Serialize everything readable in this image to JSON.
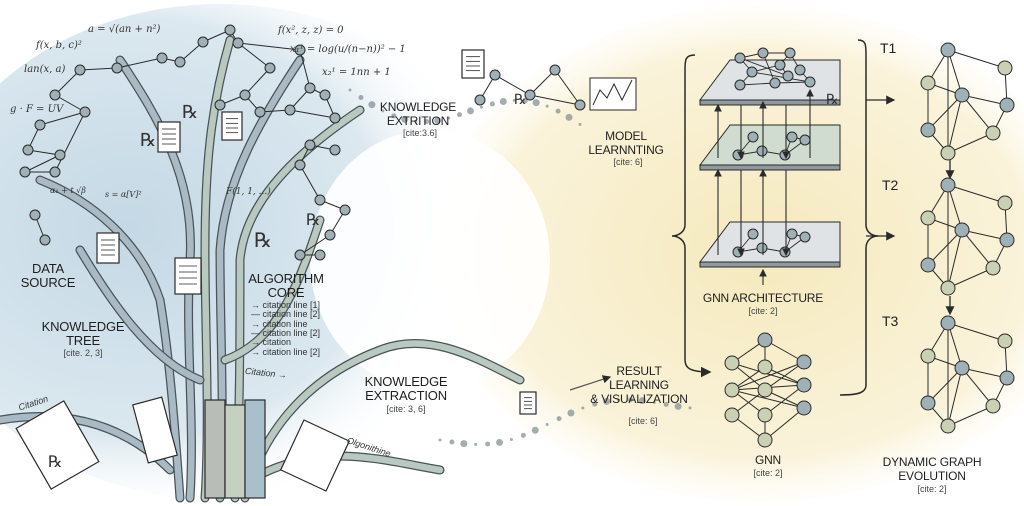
{
  "colors": {
    "tree_bg": "#cfe0ea",
    "model_bg": "#f6ecc4",
    "node": "#9fb0b6",
    "node_light": "#c9d0b4",
    "ink": "#2a2a2a",
    "layer_mid": "#cfdccf",
    "layer": "#dfe3e6"
  },
  "formulas": [
    "a = √(an + n²)",
    "f(x, b, c)²",
    "lan(x, a)",
    "g · F = UV",
    "α₁ + t √β",
    "s = α[V]²",
    "f(x², z, z) = 0",
    "x₁¹ = log(u/(n−n))² − 1",
    "x₂¹ = 1nn + 1",
    "F(1, 1, ...)"
  ],
  "rx_symbol": "℞",
  "labels": {
    "data_source": [
      "DATA",
      "SOURCE"
    ],
    "knowledge_tree": {
      "title": [
        "KNOWLEDGE",
        "TREE"
      ],
      "cite": "[cite. 2, 3]"
    },
    "algorithm_core": {
      "title": [
        "ALGORITHM",
        "CORE"
      ],
      "lines": [
        "→ citation line [1]",
        "— citation line [2]",
        "→ citation line",
        "— citation line [2]",
        "→ citation",
        "→ citation line [2]"
      ]
    },
    "citation_left": "Citation",
    "citation_mid": "Citation →",
    "olgonithine": "Olgonithine",
    "knowledge_extraction": {
      "title": [
        "KNOWLEDGE",
        "EXTRACTION"
      ],
      "cite": "[cite: 3, 6]"
    },
    "knowledge_extrition": {
      "title": [
        "KNOWLEDGE",
        "EXTRITION"
      ],
      "cite": "[cite:3.6]"
    },
    "model_learning": {
      "title": [
        "MODEL",
        "LEARNNTING"
      ],
      "cite": "[cite: 6]"
    },
    "gnn_architecture": {
      "title": "GNN ARCHITECTURE",
      "cite": "[cite: 2]"
    },
    "result_learning": {
      "title": [
        "RESULT",
        "LEARNING",
        "& VISUALIZATION"
      ],
      "cite": "[cite: 6]"
    },
    "gnn": {
      "title": "GNN",
      "cite": "[cite: 2]"
    },
    "timesteps": [
      "T1",
      "T2",
      "T3"
    ],
    "dynamic_graph": {
      "title": [
        "DYNAMIC GRAPH",
        "EVOLUTION"
      ],
      "cite": "[cite: 2]"
    }
  }
}
